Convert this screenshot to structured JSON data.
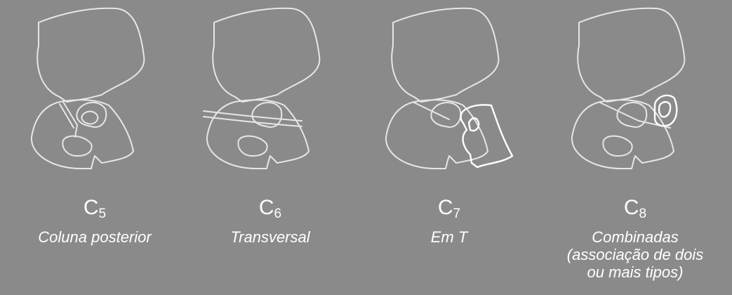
{
  "panels": [
    {
      "letter": "C",
      "sub": "5",
      "lines": [
        "Coluna posterior"
      ]
    },
    {
      "letter": "C",
      "sub": "6",
      "lines": [
        "Transversal"
      ]
    },
    {
      "letter": "C",
      "sub": "7",
      "lines": [
        "Em T"
      ]
    },
    {
      "letter": "C",
      "sub": "8",
      "lines": [
        "Combinadas",
        "(associação de dois",
        "ou mais tipos)"
      ]
    }
  ]
}
